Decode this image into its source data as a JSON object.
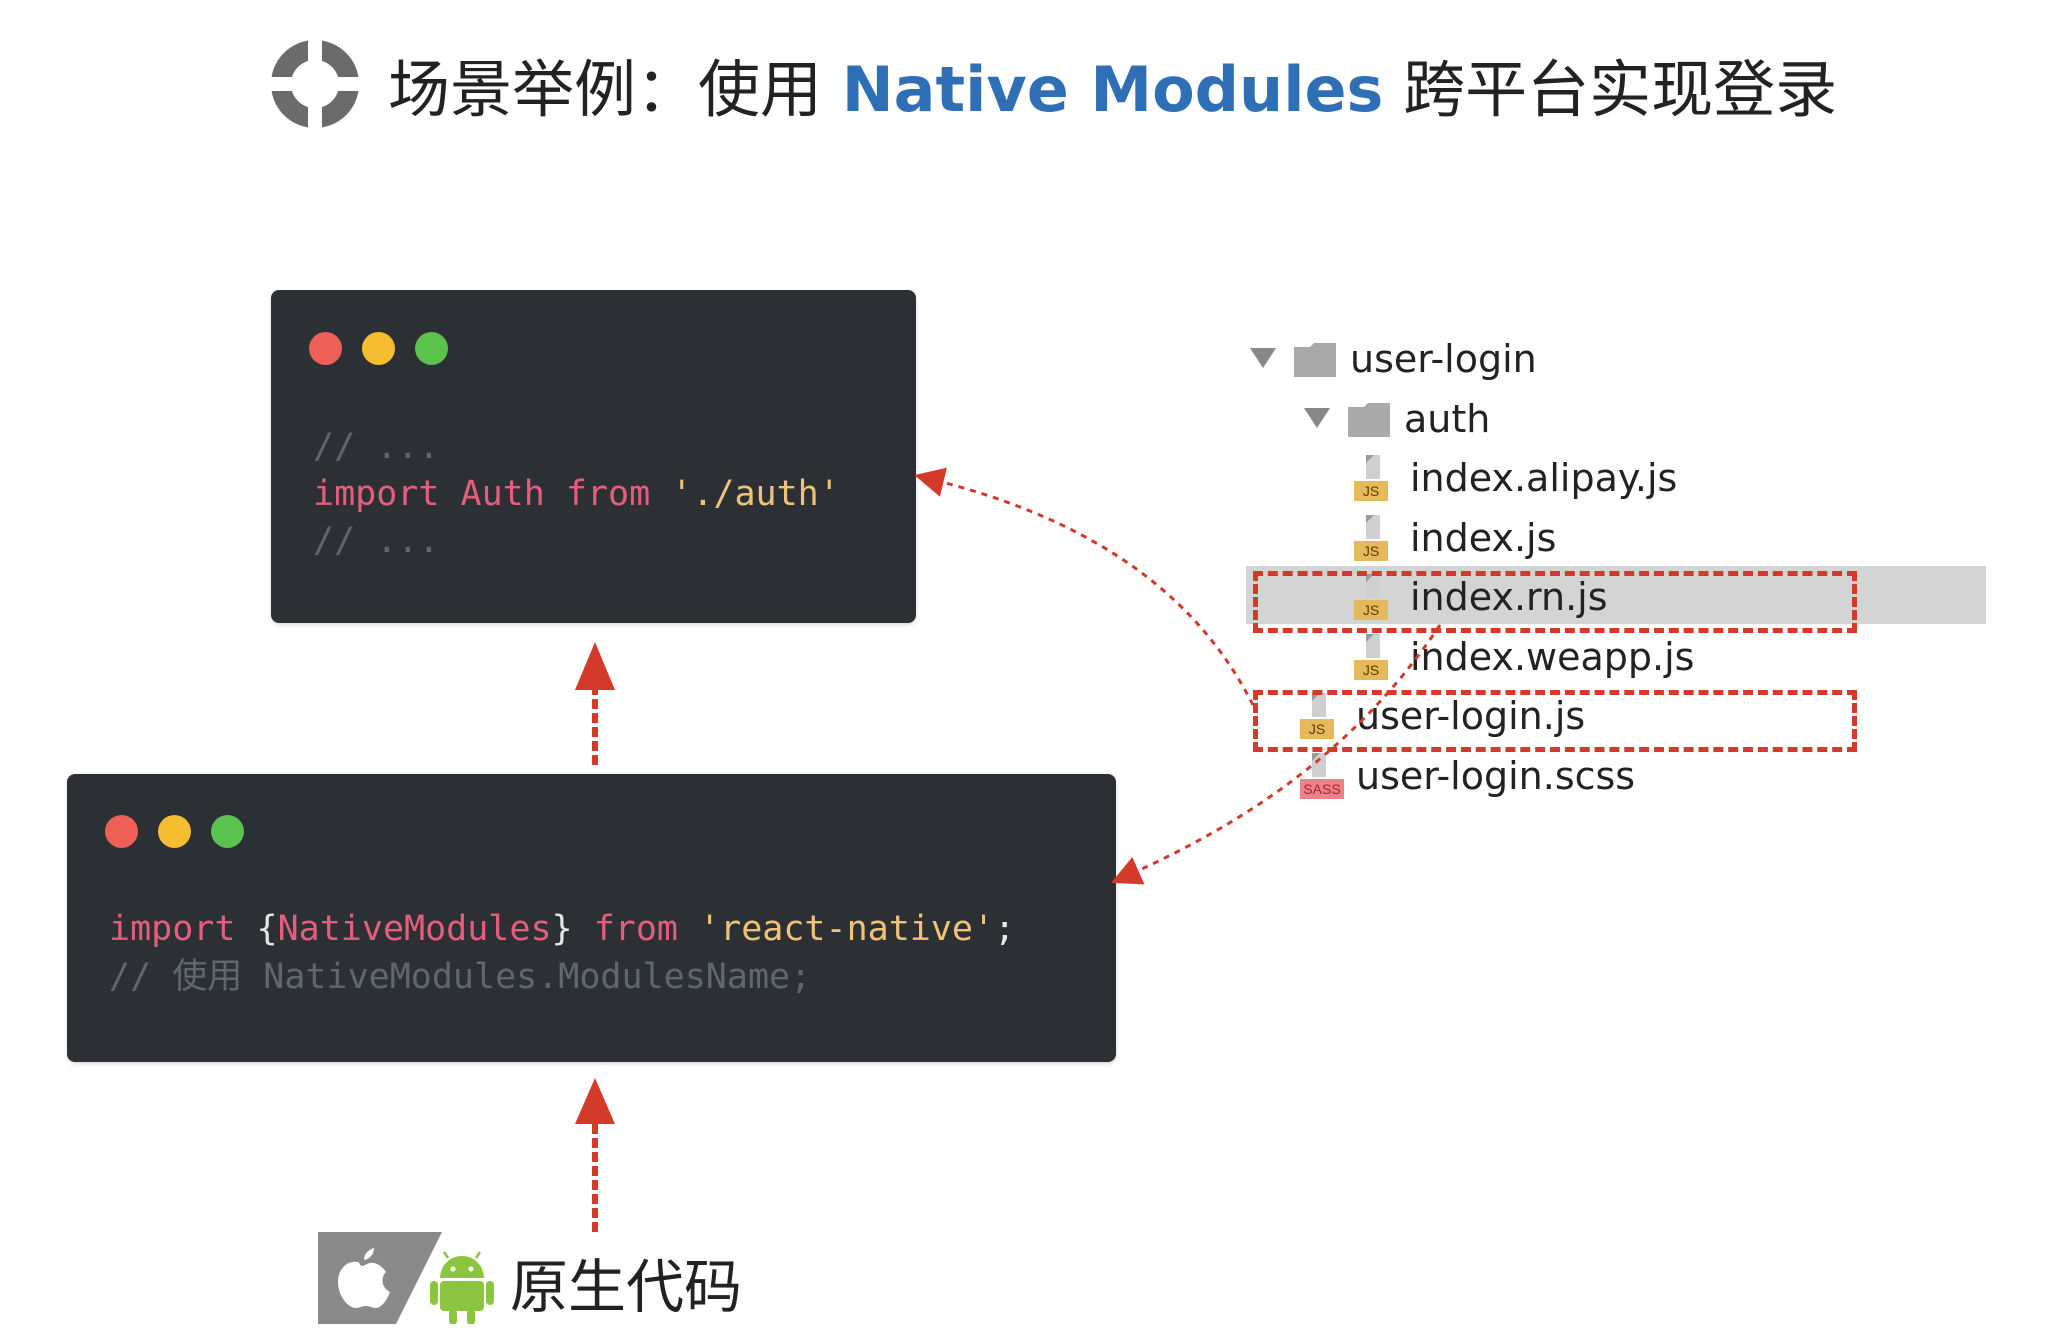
{
  "title": {
    "prefix": "场景举例：使用 ",
    "highlight": "Native Modules",
    "suffix": " 跨平台实现登录"
  },
  "code_window_top": {
    "lines": [
      [
        {
          "t": "// ...",
          "c": "comment"
        }
      ],
      [
        {
          "t": "import",
          "c": "kw"
        },
        {
          "t": " Auth ",
          "c": "kw"
        },
        {
          "t": "from",
          "c": "kw"
        },
        {
          "t": " ",
          "c": "plain"
        },
        {
          "t": "'./auth'",
          "c": "str"
        }
      ],
      [
        {
          "t": "// ...",
          "c": "comment"
        }
      ]
    ]
  },
  "code_window_bottom": {
    "lines": [
      [
        {
          "t": "import",
          "c": "kw"
        },
        {
          "t": " {",
          "c": "plain"
        },
        {
          "t": "NativeModules",
          "c": "kw"
        },
        {
          "t": "} ",
          "c": "plain"
        },
        {
          "t": "from",
          "c": "kw"
        },
        {
          "t": " ",
          "c": "plain"
        },
        {
          "t": "'react-native'",
          "c": "str"
        },
        {
          "t": ";",
          "c": "plain"
        }
      ],
      [
        {
          "t": "// 使用 NativeModules.ModulesName;",
          "c": "comment"
        }
      ]
    ]
  },
  "file_tree": {
    "items": [
      {
        "label": "user-login",
        "type": "folder",
        "expanded": true
      },
      {
        "label": "auth",
        "type": "folder",
        "expanded": true
      },
      {
        "label": "index.alipay.js",
        "type": "file",
        "badge": "JS"
      },
      {
        "label": "index.js",
        "type": "file",
        "badge": "JS"
      },
      {
        "label": "index.rn.js",
        "type": "file",
        "badge": "JS",
        "selected": true
      },
      {
        "label": "index.weapp.js",
        "type": "file",
        "badge": "JS"
      },
      {
        "label": "user-login.js",
        "type": "file",
        "badge": "JS"
      },
      {
        "label": "user-login.scss",
        "type": "file",
        "badge": "SASS"
      }
    ]
  },
  "native_label": "原生代码",
  "icons": [
    "logo-ring-icon",
    "apple-icon",
    "android-icon",
    "folder-icon",
    "js-file-icon",
    "sass-file-icon"
  ],
  "colors": {
    "accent_blue": "#2e6fb5",
    "arrow_red": "#d43a2a",
    "code_bg": "#2c3035",
    "keyword": "#e55d7c",
    "string": "#f0c277"
  }
}
